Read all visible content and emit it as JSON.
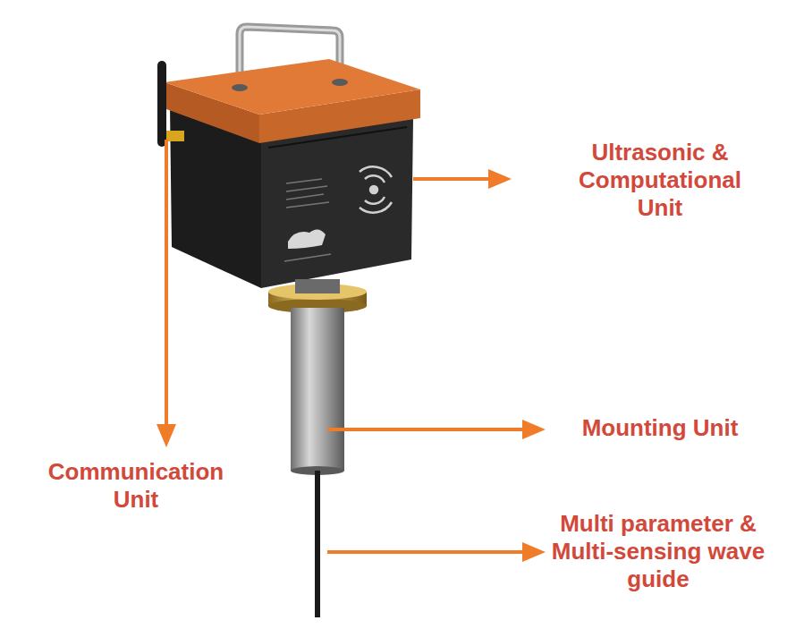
{
  "diagram": {
    "labels": [
      "Ultrasonic & Computational Unit",
      "Mounting Unit",
      "Communication Unit",
      "Multi parameter & Multi-sensing wave guide"
    ]
  }
}
